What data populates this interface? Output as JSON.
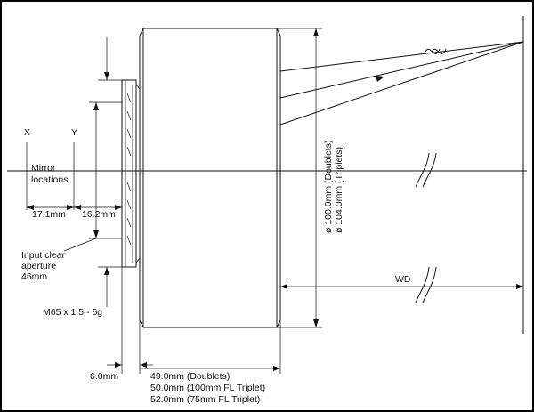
{
  "labels": {
    "x": "X",
    "y": "Y",
    "mirror_line1": "Mirror",
    "mirror_line2": "locations",
    "dim_17": "17.1mm",
    "dim_16": "16.2mm",
    "aperture_line1": "Input clear",
    "aperture_line2": "aperture",
    "aperture_line3": "46mm",
    "thread": "M65 x 1.5 - 6g",
    "dim_6": "6.0mm",
    "len_doublets": "49.0mm (Doublets)",
    "len_triplet100": "50.0mm (100mm FL Triplet)",
    "len_triplet75": "52.0mm (75mm FL Triplet)",
    "dia_doublets": "ø 100.0mm (Doublets)",
    "dia_triplets": "ø 104.0mm (Triplets)",
    "wd": "WD"
  }
}
